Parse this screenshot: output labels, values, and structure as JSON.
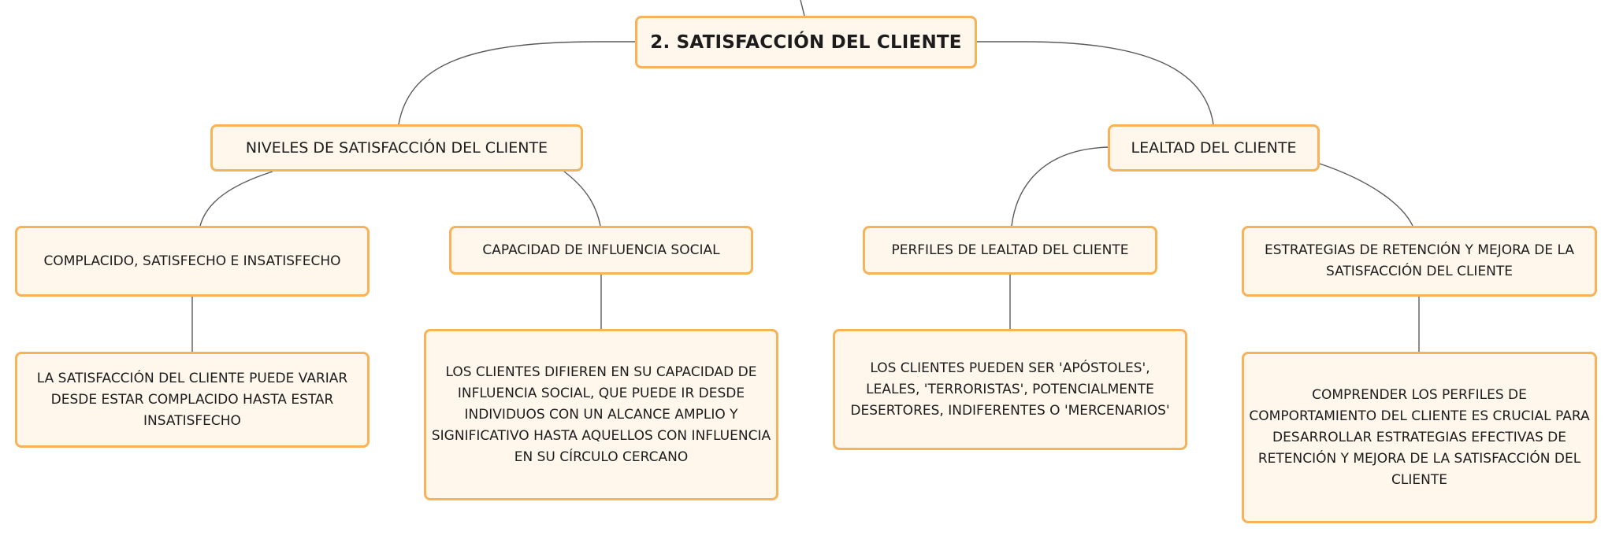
{
  "diagram": {
    "root": {
      "title": "2. SATISFACCIÓN DEL CLIENTE"
    },
    "branches": [
      {
        "label": "NIVELES DE SATISFACCIÓN DEL CLIENTE",
        "children": [
          {
            "label": "COMPLACIDO, SATISFECHO E INSATISFECHO",
            "detail": "LA SATISFACCIÓN DEL CLIENTE PUEDE VARIAR DESDE ESTAR COMPLACIDO HASTA ESTAR INSATISFECHO"
          },
          {
            "label": "CAPACIDAD DE INFLUENCIA SOCIAL",
            "detail": "LOS CLIENTES DIFIEREN EN SU CAPACIDAD DE INFLUENCIA SOCIAL, QUE PUEDE IR DESDE INDIVIDUOS CON UN ALCANCE AMPLIO Y SIGNIFICATIVO HASTA AQUELLOS CON INFLUENCIA EN SU CÍRCULO CERCANO"
          }
        ]
      },
      {
        "label": "LEALTAD DEL CLIENTE",
        "children": [
          {
            "label": "PERFILES DE LEALTAD DEL CLIENTE",
            "detail": "LOS CLIENTES PUEDEN SER 'APÓSTOLES', LEALES, 'TERRORISTAS', POTENCIALMENTE DESERTORES, INDIFERENTES O 'MERCENARIOS'"
          },
          {
            "label": "ESTRATEGIAS DE RETENCIÓN Y MEJORA DE LA SATISFACCIÓN DEL CLIENTE",
            "detail": "COMPRENDER LOS PERFILES DE COMPORTAMIENTO DEL CLIENTE ES CRUCIAL PARA DESARROLLAR ESTRATEGIAS EFECTIVAS DE RETENCIÓN Y MEJORA DE LA SATISFACCIÓN DEL CLIENTE"
          }
        ]
      }
    ],
    "colors": {
      "node_fill": "#fff6ec",
      "node_border": "#f6b35a",
      "connector": "#5a5a5a",
      "text": "#1c1c1c"
    }
  }
}
